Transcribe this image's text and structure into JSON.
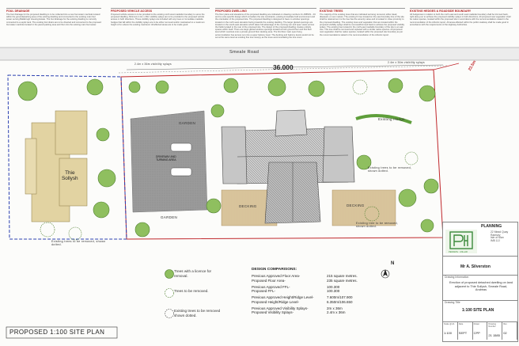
{
  "notes": [
    {
      "title": "FOUL DRAINAGE",
      "text": "The foul drainage for the proposed dwelling is to be collected into a new foul water manhole located within the grounds/parking area of the existing dwelling and connected to the existing main foul sewer serving Ballabrugh Housing Estate. The foul drainage for the existing dwelling is currently connected to a septic tank. The existing foul drains are to be diverted and connected to the proposed foul water manhole located in the paved parking area and then into the existing main foul sewer."
    },
    {
      "title": "PROPOSED VEHICLE ACCESS",
      "text": "Proposed vehicle access is to be provided to the existing north west roadside boundary to serve the proposed dwelling. Minimum 2.4m x 36m visibility splays are to be provided to the proposed vehicle access in both directions. These visibility splays are included with any trees or immediate roadside hedges that fall within the visibility splays are to be either removed and/or maintained to a maximum height of 1m above the existing road level. All affected areas are to be made good."
    },
    {
      "title": "PROPOSED DWELLING",
      "text": "The floor plans and elevations of the proposed dwelling are indicated on drawing numbers 21-1585/01 - 03 and is a site specific design which considers the site constraints, existing immediate built environment and the orientation of the proposed site. The proposed dwelling is designed to have no window openings located on the north-west elevation facing towards the existing dwelling. The larger glazed openings are located on the south-east elevation which takes full advantage of the morning sun and open views across the fields located to the rear of the proposed site. The design of the proposed dwelling creates entirely spaces within itself. There are large glazed window openings located at both ground floor and first floor level which overlook onto a private ground floor decking area. The first floor main open living accommodation has access out onto a upper balcony level. The decking and balcony levels would not be set at the same level as existing fine tree canopy as the trees accommodating the tree cover."
    },
    {
      "title": "EXISTING TREES",
      "text": "The majority of the existing trees that are indicated as being removed, either dead, diseased, or over mature. The existing fir tree located on the east boundary line of the site shall be retained as it is the tree has the amenity value and is located in close proximity to the proposed dwelling. The existing trees and vegetation that are located within the proposed visibility splays shall be removed/trimmed back to achieve the proposed visibility splays. The existing tree located in the north-east roadside boundary of the site is an oak tree. This tree shall be removed and replaced with a similar native species. All proposed new vegetation shall be native species, located within the proposed site boundary as per the recommendations stated in the recommendation of the Arborist report."
    },
    {
      "title": "EXISTING HEDGES & ROADSIDE BOUNDARY",
      "text": "All hedgerows in relation to both the north east and south east roadside boundary shall be trimmed back, right along our to achieve the proposed visibility splays in both directions. All proposed new vegetation shall be native species, located within the proposed site in accordance with the recommendations stated in the recommendation of the Arborist report. All areas affected within the public roadway shall be made good in accordance with the requirements of the Highway Authorities."
    }
  ],
  "site": {
    "road_label": "Smeale Road",
    "dimension": "36.000",
    "splay_left": "2.4m x 36m visibility splays",
    "splay_right": "2.4m x 36m visibility splays",
    "corner_dim": "23.5m",
    "existing_house": "Thie\nSollysh",
    "garden_top": "GARDEN",
    "garden_bottom": "GARDEN",
    "driveway": "DRIVEWAY AND\nTURNING AREA",
    "decking_left": "DECKING",
    "decking_right": "DECKING",
    "existing_hedge": "Existing Hedge",
    "trees_removed_1": "Existing trees to be removed, shown dotted.",
    "trees_removed_2": "Existing tree to be removed, shown dotted.",
    "trees_removed_3": "Existing trees to be removed, shown dotted.",
    "north": "N",
    "plan_title": "PROPOSED 1:100 SITE PLAN"
  },
  "legend": [
    {
      "icon": "tree-licence-icon",
      "text": "Trees with a licence for removal."
    },
    {
      "icon": "tree-removed-icon",
      "text": "Trees to be removed."
    },
    {
      "icon": "tree-existing-icon",
      "text": "Existing trees to be removed shown dotted."
    }
  ],
  "comparisons": {
    "title": "DESIGN COMPARISONS:",
    "rows": [
      [
        "Previous Approved Floor Area-",
        "215 square metres."
      ],
      [
        "Proposed Floor Area-",
        "235 square metres."
      ],
      [
        "",
        ""
      ],
      [
        "Previous Approved FFL-",
        "100.300"
      ],
      [
        "Proposed FFL-",
        "100.300"
      ],
      [
        "",
        ""
      ],
      [
        "Previous Approved Height/Ridge Level-",
        "7.600m/107.900"
      ],
      [
        "Proposed Height/Ridge Level-",
        "6.350m/106.650"
      ],
      [
        "",
        ""
      ],
      [
        "Previous Approved Visibility Splays-",
        "2m x 36m"
      ],
      [
        "Proposed Visibility Splays-",
        "2.4m x 36m"
      ]
    ]
  },
  "titleblock": {
    "heading": "PLANNING",
    "company": "PENKETH · MILLAR",
    "address": "22 Mead Quay\nRamsey\nIsle of Man\nIM8 1JJ",
    "client": "Mr A. Silverston",
    "desc_label": "Drawing Information",
    "description": "Erection of proposed detached dwelling on land adjacent to Thie Sollysh, Smeale Road, Andreas",
    "drawing_title_label": "Drawing Title",
    "drawing_title": "1:100 SITE PLAN",
    "cells": [
      {
        "label": "Scale @ A1",
        "value": "1:100"
      },
      {
        "label": "Date",
        "value": "SEPT"
      },
      {
        "label": "Drawn",
        "value": "CPP"
      },
      {
        "label": "Drawing Number",
        "value": "21 1585"
      },
      {
        "label": "Rev",
        "value": "02"
      }
    ]
  },
  "colors": {
    "boundary_red": "#c0282c",
    "boundary_blue": "#2a3fb0",
    "house_fill": "#e2d3a2",
    "tree_green": "#8fbf5f",
    "brand_green": "#3b8a3b"
  }
}
